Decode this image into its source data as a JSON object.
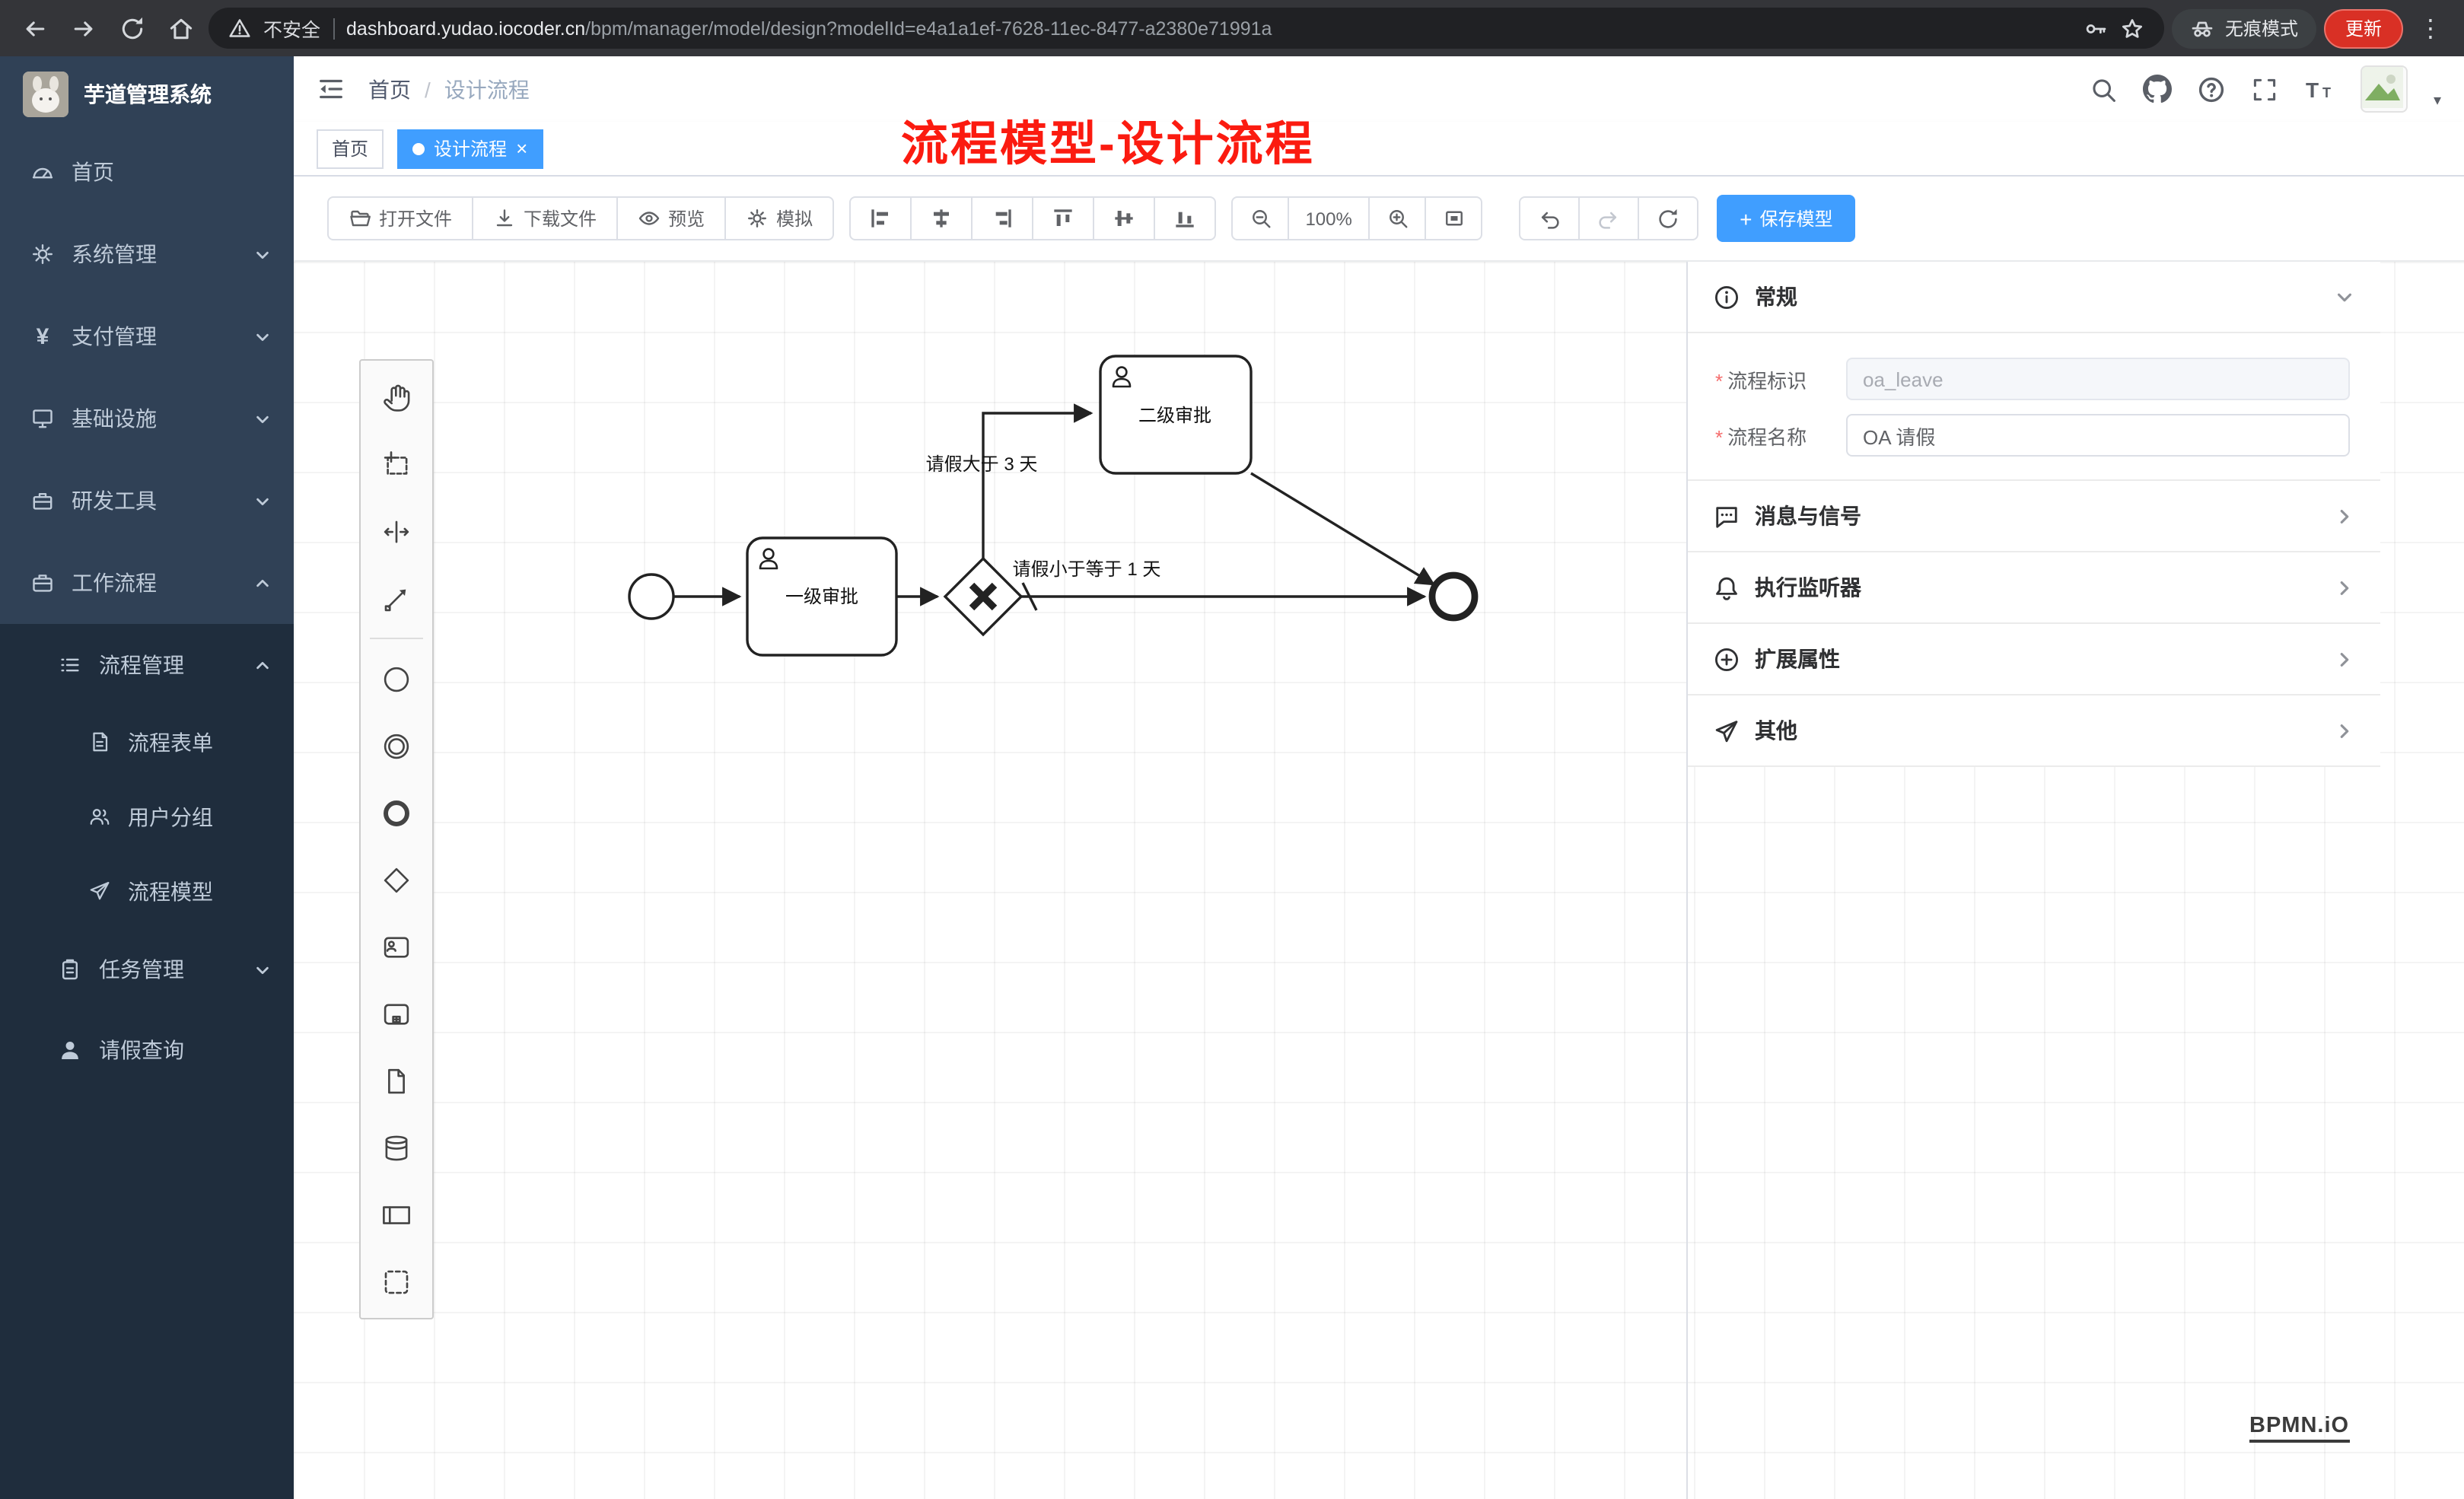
{
  "browser": {
    "security_label": "不安全",
    "url_domain": "dashboard.yudao.iocoder.cn",
    "url_path": "/bpm/manager/model/design?modelId=e4a1a1ef-7628-11ec-8477-a2380e71991a",
    "incognito_label": "无痕模式",
    "update_label": "更新"
  },
  "sidebar": {
    "logo_title": "芋道管理系统",
    "items": [
      {
        "label": "首页",
        "expandable": false
      },
      {
        "label": "系统管理",
        "expandable": true
      },
      {
        "label": "支付管理",
        "expandable": true
      },
      {
        "label": "基础设施",
        "expandable": true
      },
      {
        "label": "研发工具",
        "expandable": true
      },
      {
        "label": "工作流程",
        "expandable": true,
        "expanded": true
      }
    ],
    "submenu": {
      "group_label": "流程管理",
      "children": [
        {
          "label": "流程表单"
        },
        {
          "label": "用户分组"
        },
        {
          "label": "流程模型"
        }
      ],
      "task_group_label": "任务管理",
      "leave_label": "请假查询"
    }
  },
  "header": {
    "breadcrumb_home": "首页",
    "breadcrumb_current": "设计流程",
    "annotation": "流程模型-设计流程"
  },
  "tabs": [
    {
      "label": "首页",
      "active": false
    },
    {
      "label": "设计流程",
      "active": true
    }
  ],
  "toolbar": {
    "open": "打开文件",
    "download": "下载文件",
    "preview": "预览",
    "simulate": "模拟",
    "zoom": "100%",
    "save": "保存模型"
  },
  "bpmn": {
    "task1": "一级审批",
    "task2": "二级审批",
    "flow_top": "请假大于 3 天",
    "flow_bottom": "请假小于等于 1 天"
  },
  "properties": {
    "sections": [
      {
        "label": "常规",
        "expanded": true
      },
      {
        "label": "消息与信号"
      },
      {
        "label": "执行监听器"
      },
      {
        "label": "扩展属性"
      },
      {
        "label": "其他"
      }
    ],
    "required_mark": "*",
    "key_label": "流程标识",
    "key_value": "oa_leave",
    "name_label": "流程名称",
    "name_value": "OA 请假"
  },
  "watermark": "BPMN.iO",
  "icons": {
    "close": "×",
    "more": "⋮",
    "plus": "+",
    "caret": "▾",
    "slash": "/",
    "yen": "¥"
  },
  "colors": {
    "accent": "#409eff",
    "annotation_red": "#fb1b10",
    "sidebar_bg": "#304156",
    "submenu_bg": "#1f2d3d",
    "update_red": "#d93025"
  }
}
